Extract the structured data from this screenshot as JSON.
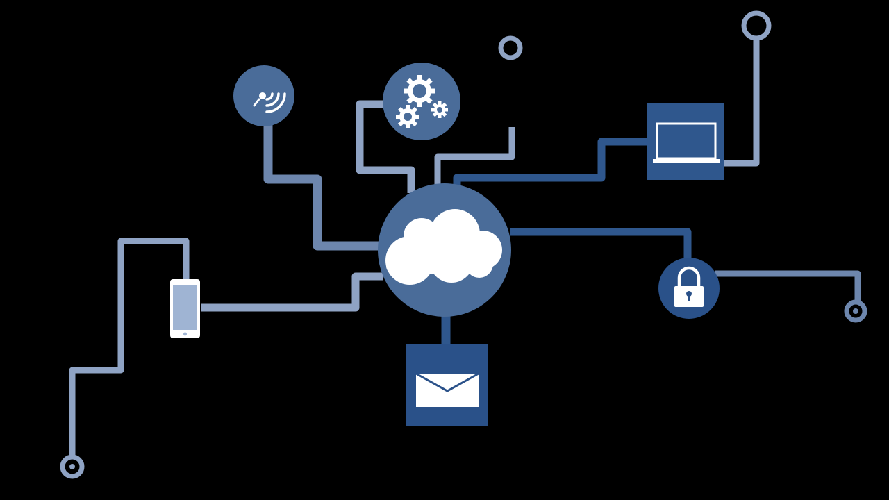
{
  "diagram": {
    "nodes": [
      {
        "id": "cloud",
        "icon": "cloud-icon"
      },
      {
        "id": "satellite",
        "icon": "satellite-dish-icon"
      },
      {
        "id": "settings",
        "icon": "gears-icon"
      },
      {
        "id": "laptop",
        "icon": "laptop-icon"
      },
      {
        "id": "phone",
        "icon": "smartphone-icon"
      },
      {
        "id": "lock",
        "icon": "padlock-icon"
      },
      {
        "id": "mail",
        "icon": "envelope-icon"
      }
    ]
  },
  "colors": {
    "background": "#000000",
    "light_line": "#8fa3c4",
    "medium_line": "#6d86ad",
    "dark_line": "#2f578d",
    "node_fill": "#4a6c99",
    "node_dark_fill": "#2a5189",
    "icon_white": "#ffffff",
    "icon_pale": "#9fb4d3"
  }
}
